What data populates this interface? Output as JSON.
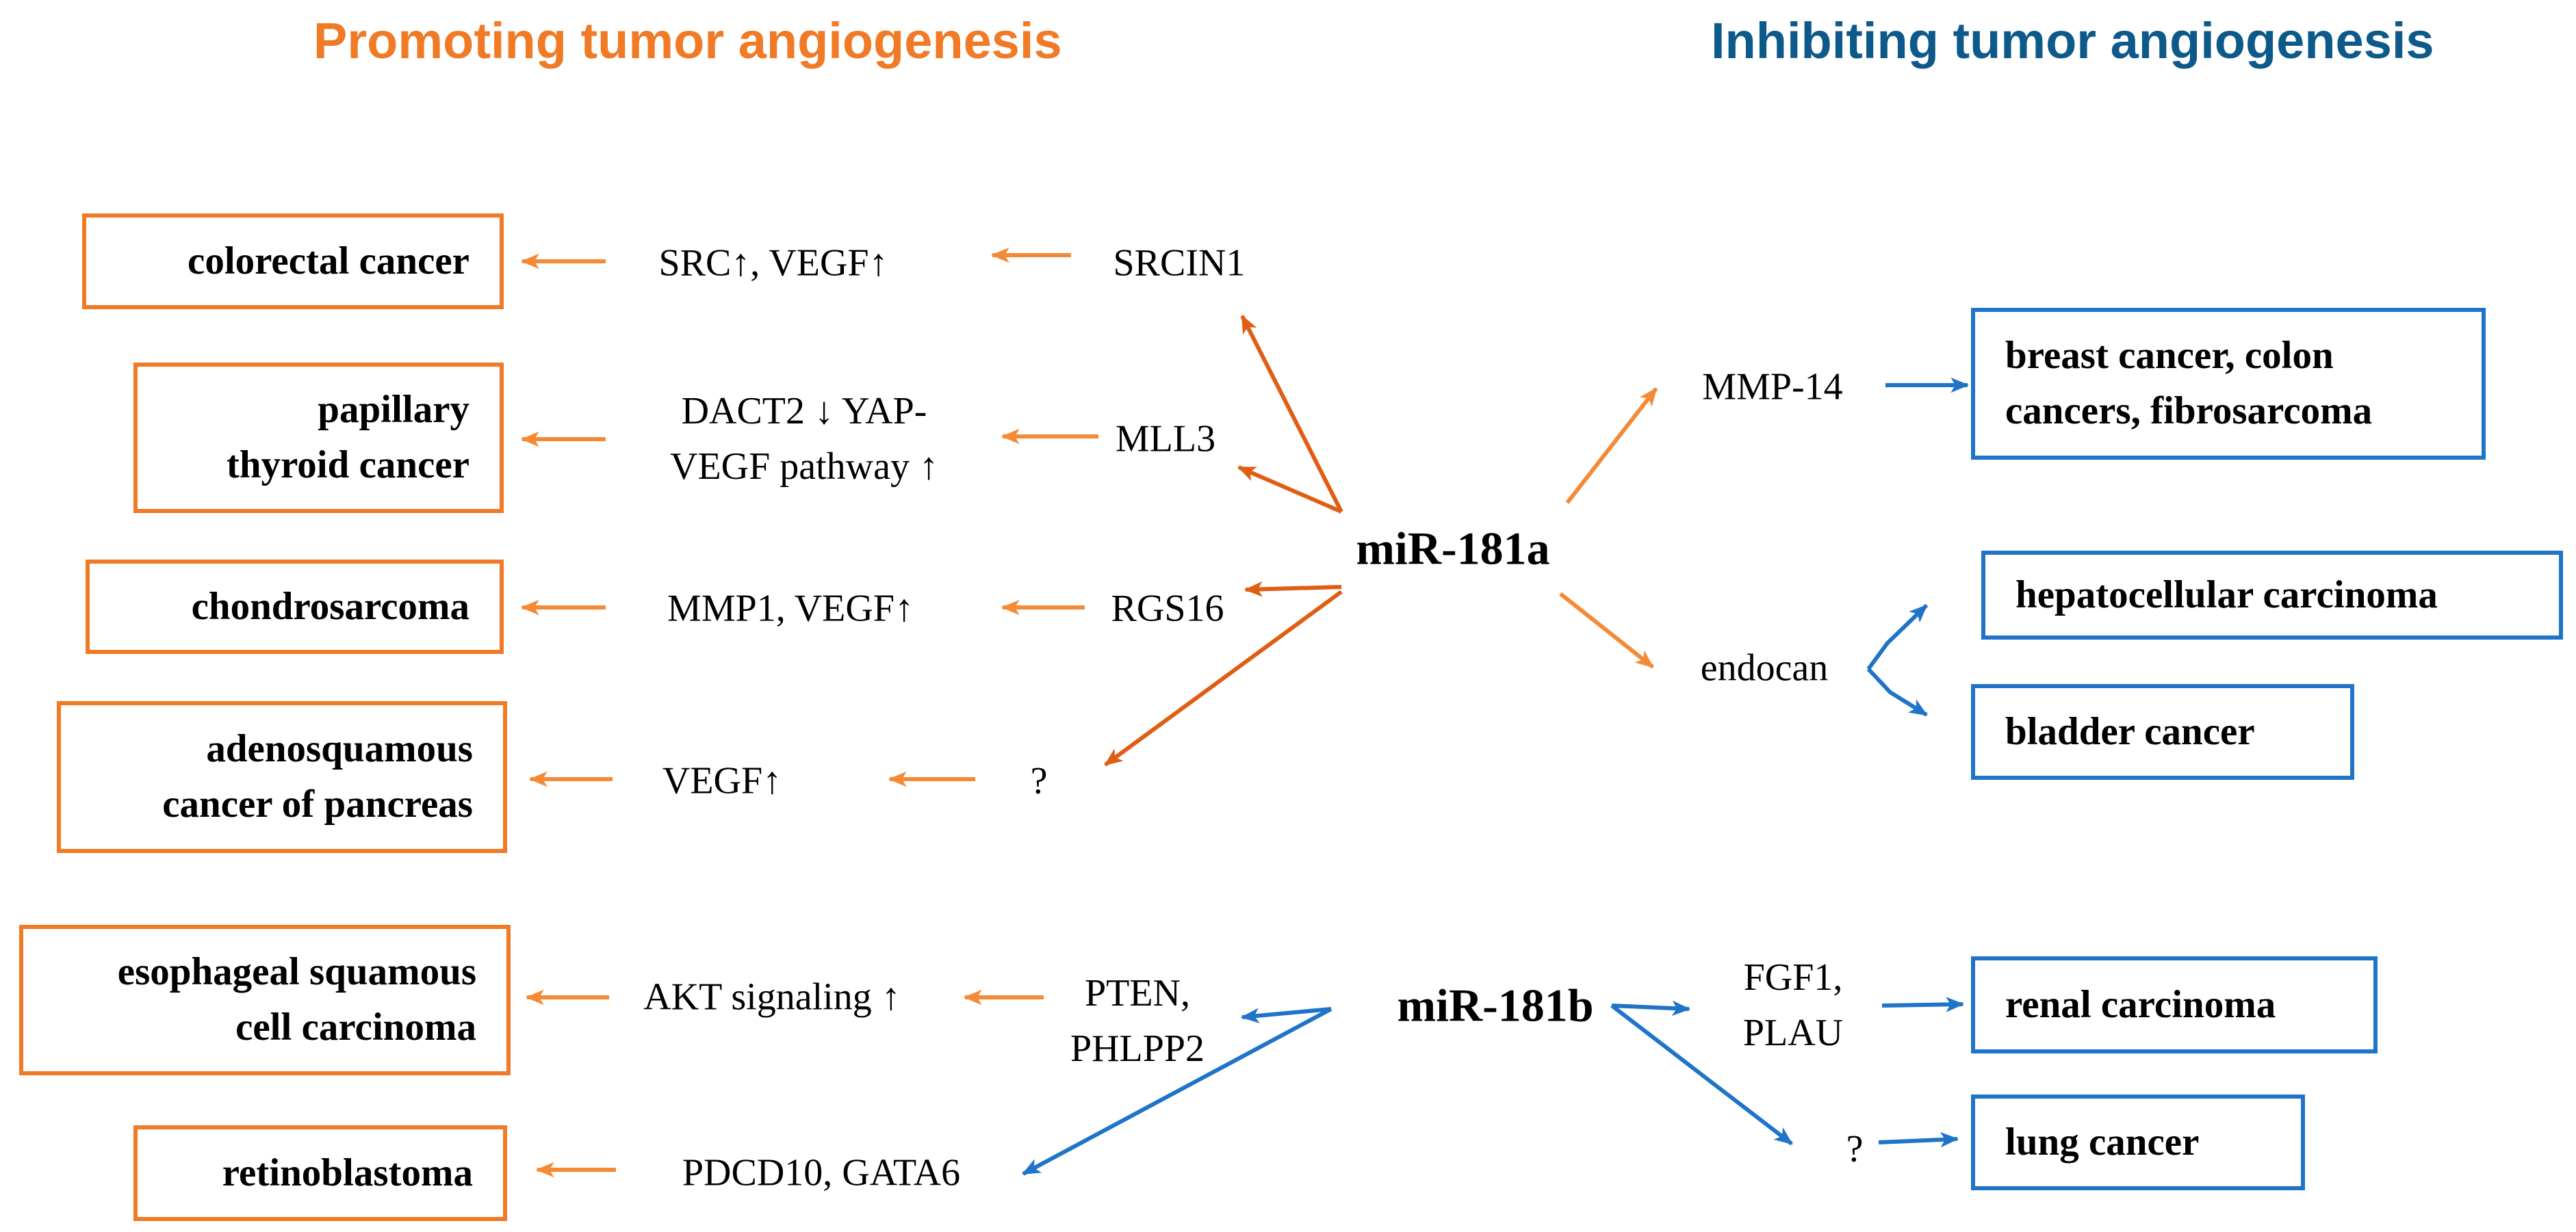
{
  "headers": {
    "promoting": "Promoting tumor angiogenesis",
    "inhibiting": "Inhibiting tumor angiogenesis"
  },
  "colors": {
    "promoting_light": "#f58a36",
    "promoting_dark": "#e05e14",
    "inhibiting": "#1f74c9",
    "header_promoting": "#f07a25",
    "header_inhibiting": "#0d5a8a"
  },
  "nodes": {
    "mir181a": "miR-181a",
    "mir181b": "miR-181b"
  },
  "promoting_pathways": [
    {
      "cancer": [
        "colorectal cancer"
      ],
      "effect": [
        "SRC↑, VEGF↑"
      ],
      "target": [
        "SRCIN1"
      ]
    },
    {
      "cancer": [
        "papillary",
        "thyroid cancer"
      ],
      "effect": [
        "DACT2 ↓ YAP-",
        "VEGF pathway ↑"
      ],
      "target": [
        "MLL3"
      ]
    },
    {
      "cancer": [
        "chondrosarcoma"
      ],
      "effect": [
        "MMP1, VEGF↑"
      ],
      "target": [
        "RGS16"
      ]
    },
    {
      "cancer": [
        "adenosquamous",
        "cancer of pancreas"
      ],
      "effect": [
        "VEGF↑"
      ],
      "target": [
        "?"
      ]
    },
    {
      "cancer": [
        "esophageal squamous",
        "cell carcinoma"
      ],
      "effect": [
        "AKT signaling ↑"
      ],
      "target": [
        "PTEN,",
        "PHLPP2"
      ]
    },
    {
      "cancer": [
        "retinoblastoma"
      ],
      "effect": [
        "PDCD10, GATA6"
      ],
      "target": []
    }
  ],
  "inhibiting_pathways": [
    {
      "target": [
        "MMP-14"
      ],
      "cancers": [
        [
          "breast cancer, colon",
          "cancers, fibrosarcoma"
        ]
      ]
    },
    {
      "target": [
        "endocan"
      ],
      "cancers": [
        [
          "hepatocellular carcinoma"
        ],
        [
          "bladder cancer"
        ]
      ]
    },
    {
      "target": [
        "FGF1,",
        "PLAU"
      ],
      "cancers": [
        [
          "renal carcinoma"
        ]
      ]
    },
    {
      "target": [
        "?"
      ],
      "cancers": [
        [
          "lung cancer"
        ]
      ]
    }
  ]
}
